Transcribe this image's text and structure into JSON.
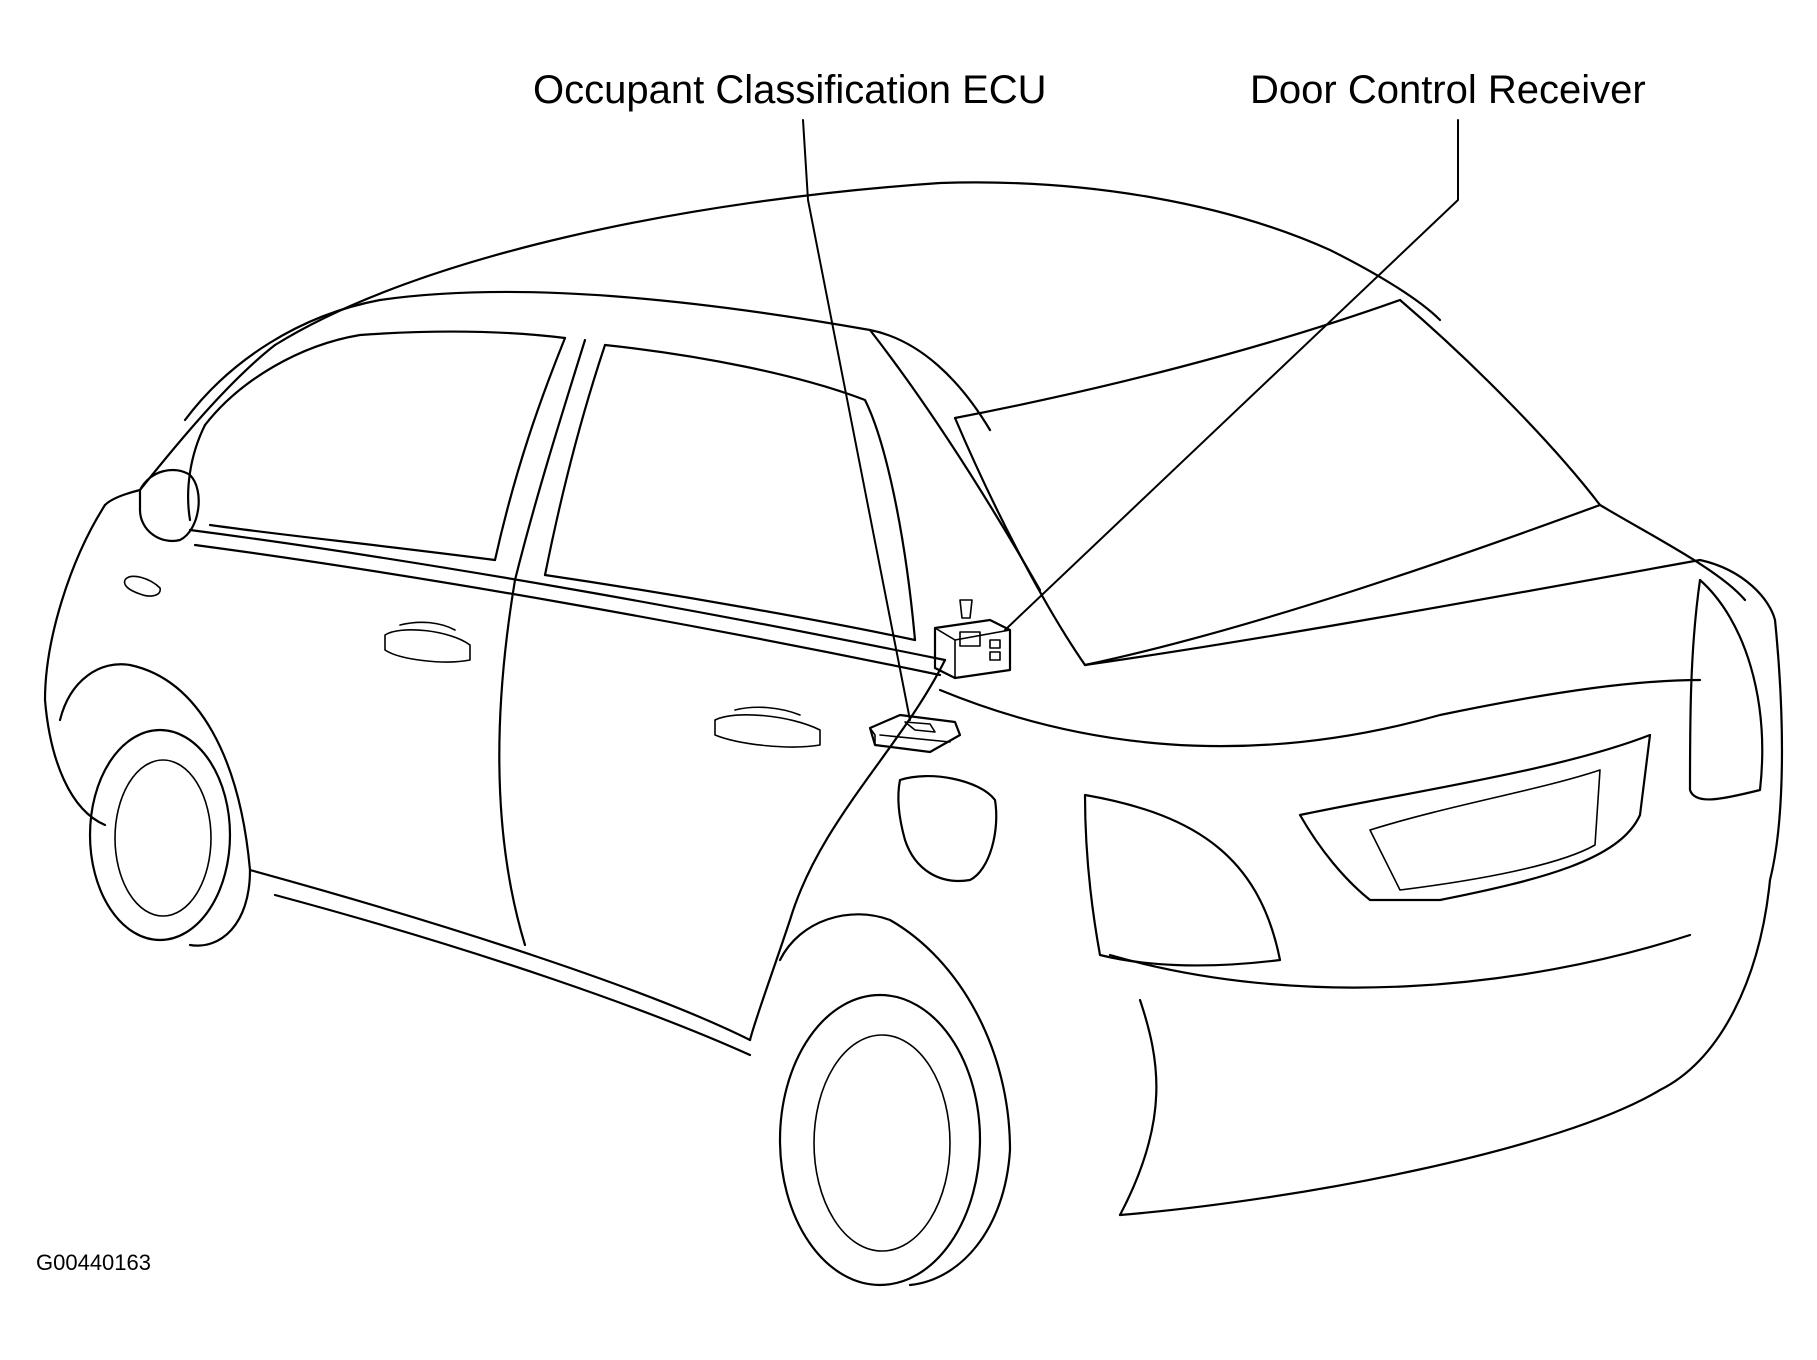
{
  "callouts": {
    "occupant_classification_ecu": "Occupant Classification ECU",
    "door_control_receiver": "Door Control Receiver"
  },
  "figure_id": "G00440163",
  "colors": {
    "line": "#000000",
    "background": "#ffffff"
  }
}
